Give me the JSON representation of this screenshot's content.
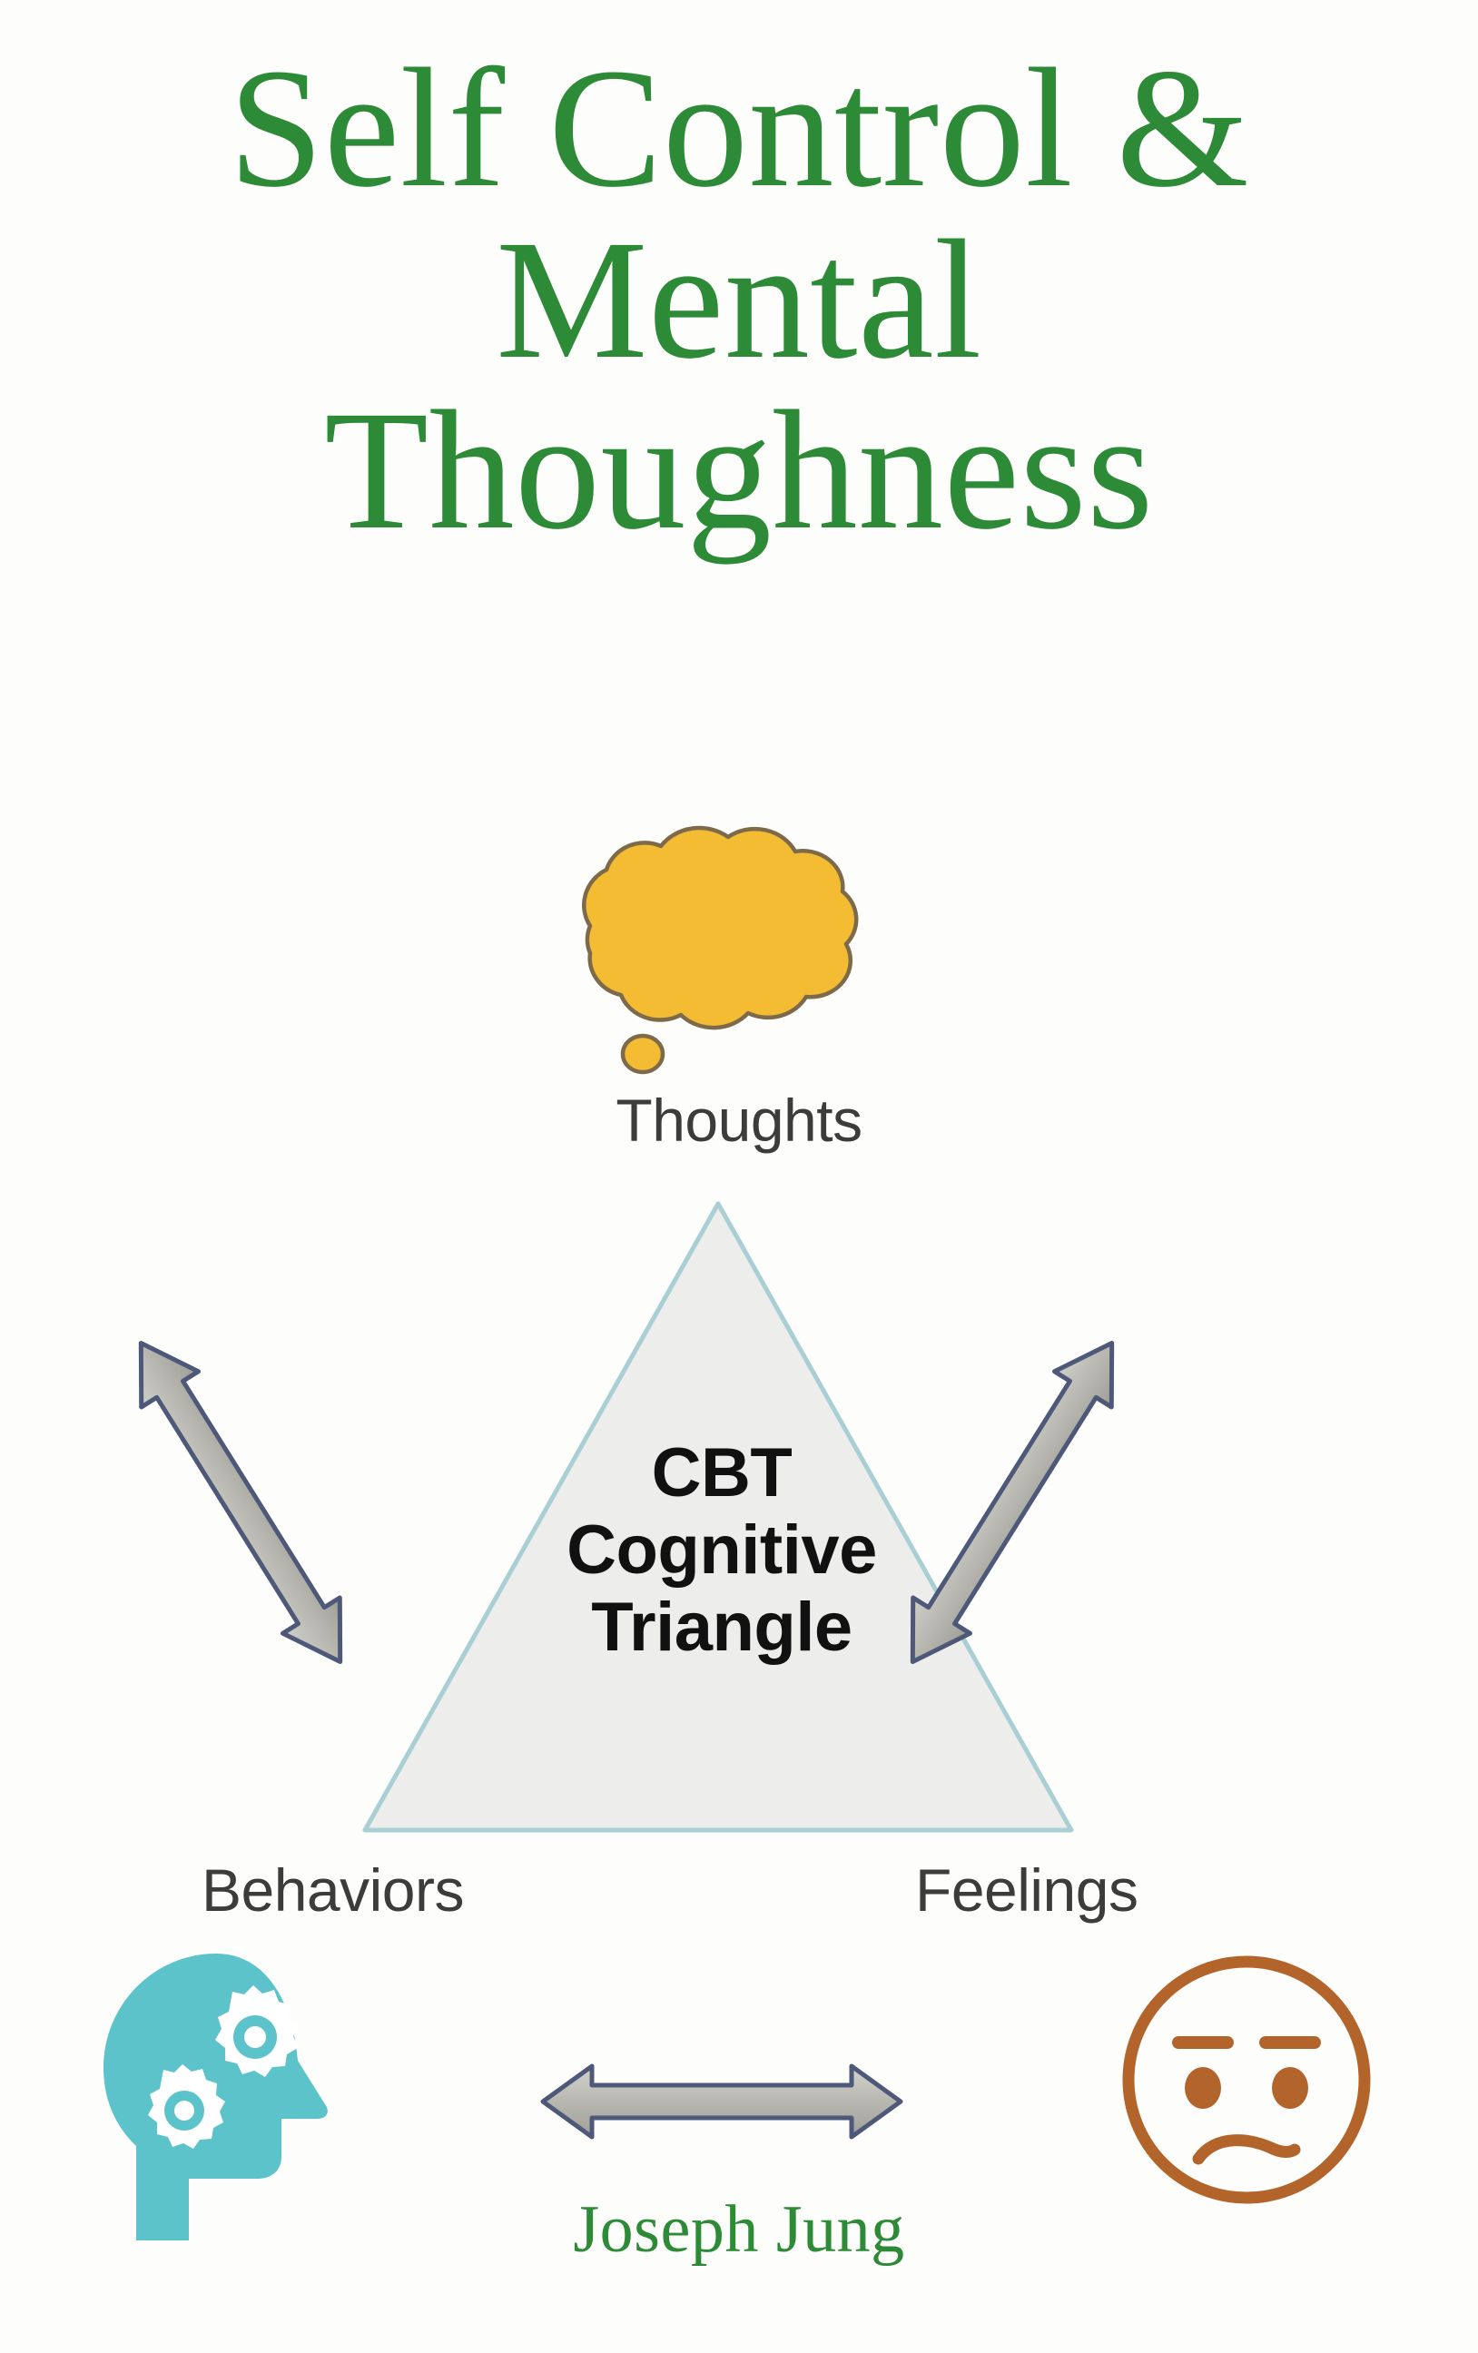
{
  "cover": {
    "background_color": "#fdfdfc",
    "title": {
      "line1": "Self Control &",
      "line2": "Mental",
      "line3": "Thoughness",
      "color": "#2d8a36"
    },
    "author": {
      "name": "Joseph Jung",
      "color": "#2d8a36"
    },
    "diagram": {
      "center_line1": "CBT",
      "center_line2": "Cognitive",
      "center_line3": "Triangle",
      "nodes": {
        "top": "Thoughts",
        "bottom_left": "Behaviors",
        "bottom_right": "Feelings"
      },
      "icons": {
        "thought_cloud": "thought-cloud-icon",
        "head_gears": "head-with-gears-icon",
        "sad_face": "confused-face-icon"
      },
      "colors": {
        "cloud_fill": "#f3bc33",
        "cloud_stroke": "#7d6a4a",
        "triangle_fill": "#ededeb",
        "triangle_stroke": "#a9cfd4",
        "arrow_fill": "#b9b9b2",
        "arrow_stroke": "#4e5878",
        "head_teal": "#5cc3cb",
        "face_brown": "#b3642b",
        "label_text": "#3c3c3c",
        "center_text": "#111111"
      },
      "arrows": {
        "left": "double-headed-arrow-thoughts-behaviors",
        "right": "double-headed-arrow-thoughts-feelings",
        "bottom": "double-headed-arrow-behaviors-feelings"
      }
    }
  }
}
